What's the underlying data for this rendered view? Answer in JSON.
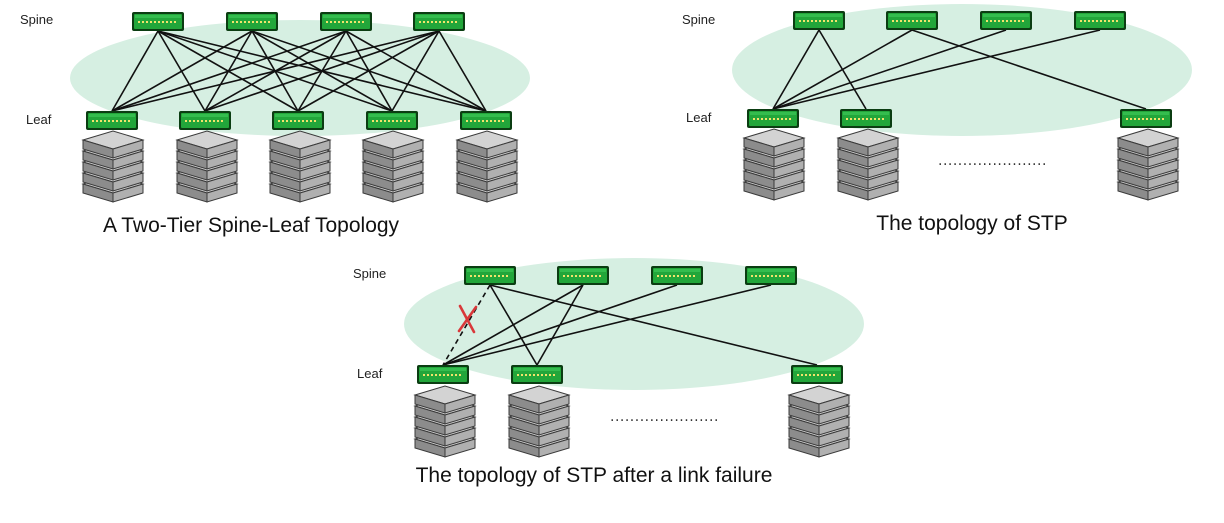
{
  "labels": {
    "spine": "Spine",
    "leaf": "Leaf",
    "ellipsis": "......................"
  },
  "captions": {
    "full_mesh": "A Two-Tier Spine-Leaf Topology",
    "stp": "The topology of STP",
    "stp_failure": "The topology of STP after a link failure"
  },
  "colors": {
    "switch_fill": "#22a63a",
    "switch_border": "#0b3d12",
    "switch_led": "#f2e36b",
    "cloud": "#d6efe2",
    "server_fill": "#9a9a9a",
    "failure_mark": "#d9383a"
  },
  "icons": {
    "switch": "network-switch-icon",
    "server": "server-stack-icon",
    "failure": "x-mark-icon"
  }
}
